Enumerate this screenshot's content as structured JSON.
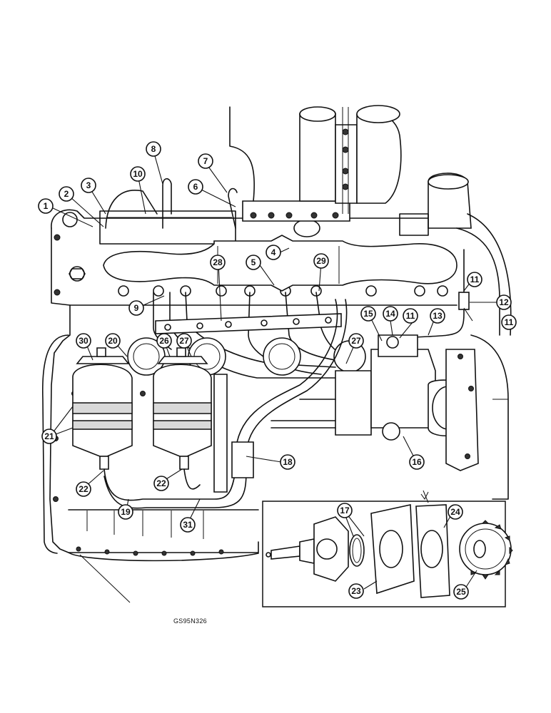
{
  "drawing_code": "GS95N326",
  "callouts": [
    {
      "id": "c1",
      "label": "1"
    },
    {
      "id": "c2",
      "label": "2"
    },
    {
      "id": "c3",
      "label": "3"
    },
    {
      "id": "c4",
      "label": "4"
    },
    {
      "id": "c5",
      "label": "5"
    },
    {
      "id": "c6",
      "label": "6"
    },
    {
      "id": "c7",
      "label": "7"
    },
    {
      "id": "c8",
      "label": "8"
    },
    {
      "id": "c9",
      "label": "9"
    },
    {
      "id": "c10",
      "label": "10"
    },
    {
      "id": "c11a",
      "label": "11"
    },
    {
      "id": "c11b",
      "label": "11"
    },
    {
      "id": "c11c",
      "label": "11"
    },
    {
      "id": "c12",
      "label": "12"
    },
    {
      "id": "c13",
      "label": "13"
    },
    {
      "id": "c14",
      "label": "14"
    },
    {
      "id": "c15",
      "label": "15"
    },
    {
      "id": "c16",
      "label": "16"
    },
    {
      "id": "c17",
      "label": "17"
    },
    {
      "id": "c18",
      "label": "18"
    },
    {
      "id": "c19",
      "label": "19"
    },
    {
      "id": "c20",
      "label": "20"
    },
    {
      "id": "c21",
      "label": "21"
    },
    {
      "id": "c22a",
      "label": "22"
    },
    {
      "id": "c22b",
      "label": "22"
    },
    {
      "id": "c23",
      "label": "23"
    },
    {
      "id": "c24",
      "label": "24"
    },
    {
      "id": "c25",
      "label": "25"
    },
    {
      "id": "c26",
      "label": "26"
    },
    {
      "id": "c27a",
      "label": "27"
    },
    {
      "id": "c27b",
      "label": "27"
    },
    {
      "id": "c28",
      "label": "28"
    },
    {
      "id": "c29",
      "label": "29"
    },
    {
      "id": "c30",
      "label": "30"
    },
    {
      "id": "c31",
      "label": "31"
    }
  ]
}
